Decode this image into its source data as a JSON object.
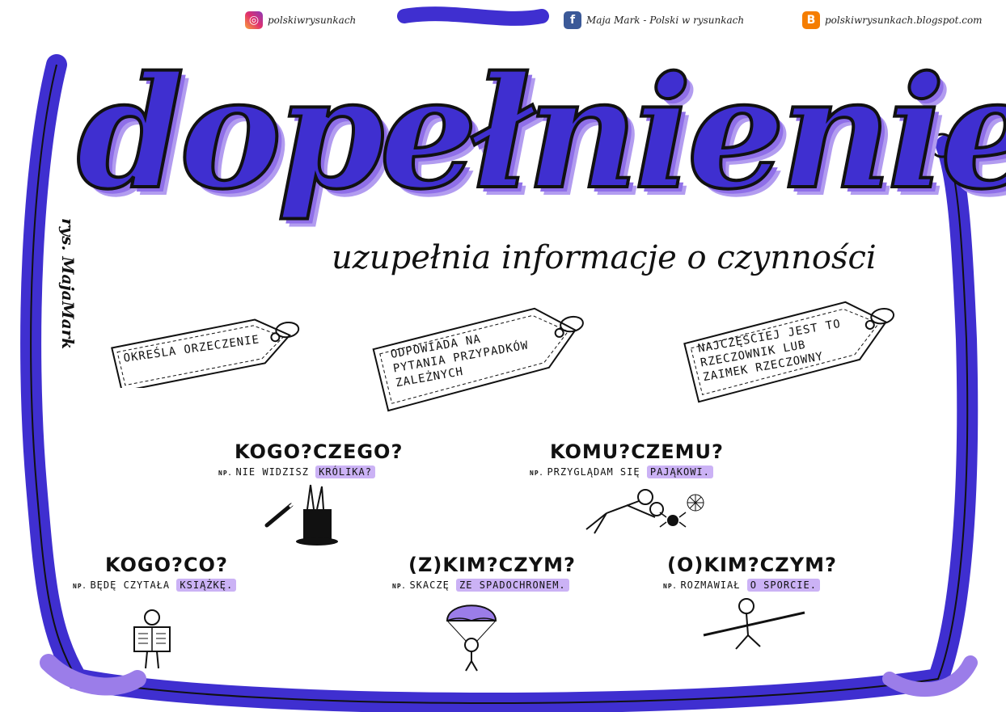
{
  "header": {
    "instagram": {
      "handle": "polskiwrysunkach",
      "icon": "instagram-icon",
      "color": "#e1306c"
    },
    "facebook": {
      "name": "Maja Mark - Polski w rysunkach",
      "icon": "facebook-icon",
      "color": "#3b5998"
    },
    "blog": {
      "url": "polskiwrysunkach.blogspot.com",
      "icon": "blogger-icon",
      "color": "#f57d00"
    }
  },
  "title": "dopełnienie",
  "subtitle": "uzupełnia informacje o czynności",
  "credit": "rys. MajaMark",
  "tags": [
    {
      "lines": [
        "Określa orzeczenie"
      ]
    },
    {
      "lines": [
        "odpowiada na",
        "pytania przypadków",
        "zależnych"
      ]
    },
    {
      "lines": [
        "najczęściej jest to",
        "rzeczownik lub",
        "zaimek rzeczowny"
      ]
    }
  ],
  "questions": [
    {
      "heading": "KOGO?CZEGO?",
      "np": "NP.",
      "example": "Nie widzisz",
      "highlight": "królika?"
    },
    {
      "heading": "KOMU?CZEMU?",
      "np": "NP.",
      "example": "Przyglądam się",
      "highlight": "pająkowi."
    },
    {
      "heading": "KOGO?CO?",
      "np": "NP.",
      "example": "Będę czytała",
      "highlight": "książkę."
    },
    {
      "heading": "(Z)KIM?CZYM?",
      "np": "NP.",
      "example": "Skaczę",
      "highlight": "ze spadochronem."
    },
    {
      "heading": "(O)KIM?CZYM?",
      "np": "NP.",
      "example": "Rozmawiał",
      "highlight": "o sporcie."
    }
  ],
  "colors": {
    "ribbon": "#3f2fd0",
    "ribbon_light": "#9b7de9",
    "highlight": "#cbb2f5"
  }
}
